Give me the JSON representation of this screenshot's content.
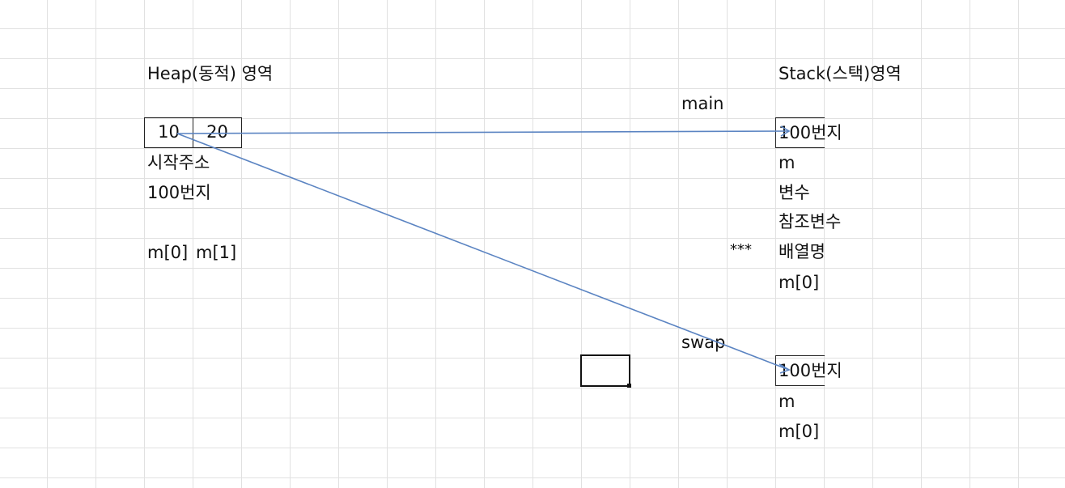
{
  "heap": {
    "title": "Heap(동적) 영역",
    "values": [
      "10",
      "20"
    ],
    "start_label": "시작주소",
    "address": "100번지",
    "index_0": "m[0]",
    "index_1": "m[1]"
  },
  "stack": {
    "title": "Stack(스택)영역",
    "main": {
      "frame_label": "main",
      "address": "100번지",
      "lines": [
        "m",
        "변수",
        "참조변수",
        "배열명",
        "m[0]"
      ],
      "note": "***"
    },
    "swap": {
      "frame_label": "swap",
      "address": "100번지",
      "lines": [
        "m",
        "m[0]"
      ]
    }
  },
  "colors": {
    "arrow": "#5b84c2",
    "grid": "#e1e1e1",
    "border": "#222222"
  }
}
